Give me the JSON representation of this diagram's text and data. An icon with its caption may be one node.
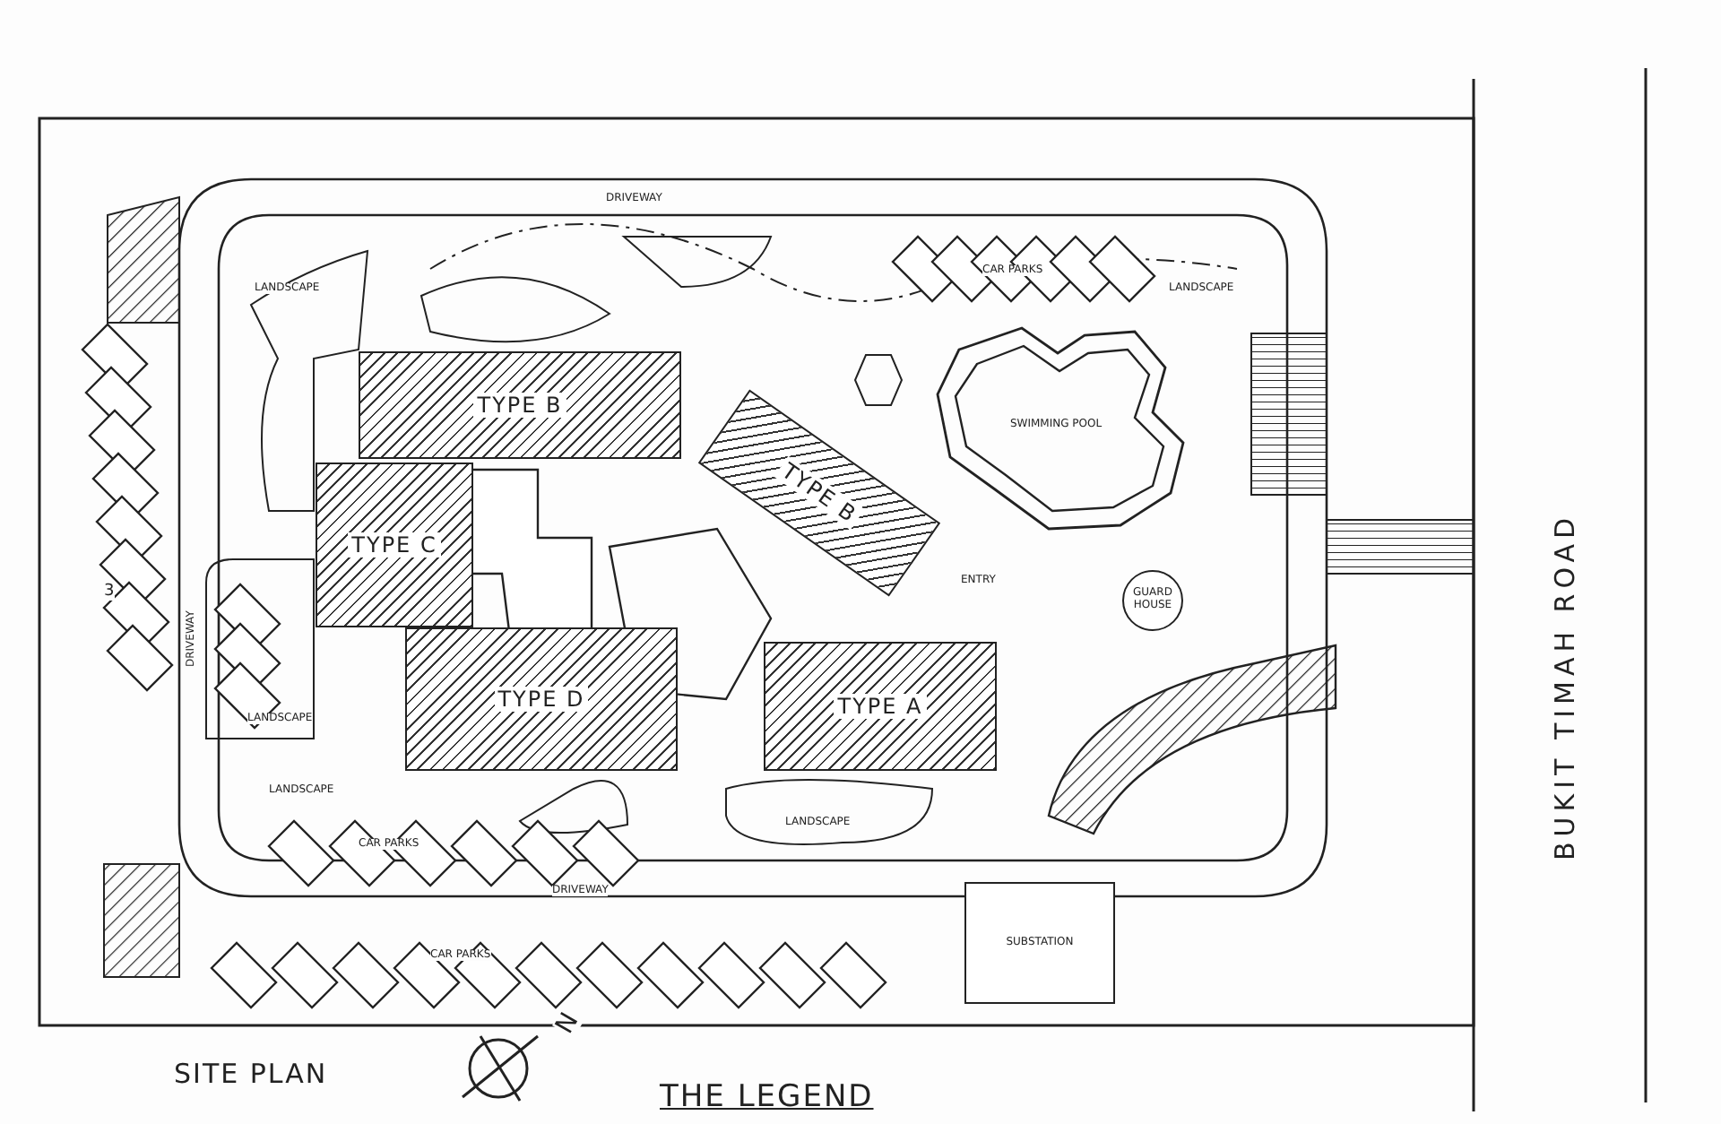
{
  "diagram": {
    "nodes": [
      {
        "text": [
          "TYPE B"
        ]
      },
      {
        "text": [
          "TYPE B"
        ]
      },
      {
        "text": [
          "TYPE C"
        ]
      },
      {
        "text": [
          "TYPE D"
        ]
      },
      {
        "text": [
          "TYPE A"
        ]
      },
      {
        "text": [
          "SWIMMING POOL"
        ]
      },
      {
        "text": [
          "GUARD HOUSE"
        ]
      },
      {
        "text": [
          "SUBSTATION"
        ]
      }
    ],
    "labels": [
      "DRIVEWAY",
      "LANDSCAPE",
      "CAR PARKS",
      "LANDSCAPE",
      "3",
      "DRIVEWAY",
      "LANDSCAPE",
      "ENTRY",
      "LANDSCAPE",
      "CAR PARKS",
      "LANDSCAPE",
      "DRIVEWAY",
      "CAR PARKS",
      "BUKIT TIMAH ROAD",
      "SITE PLAN",
      "N",
      "THE LEGEND"
    ]
  }
}
